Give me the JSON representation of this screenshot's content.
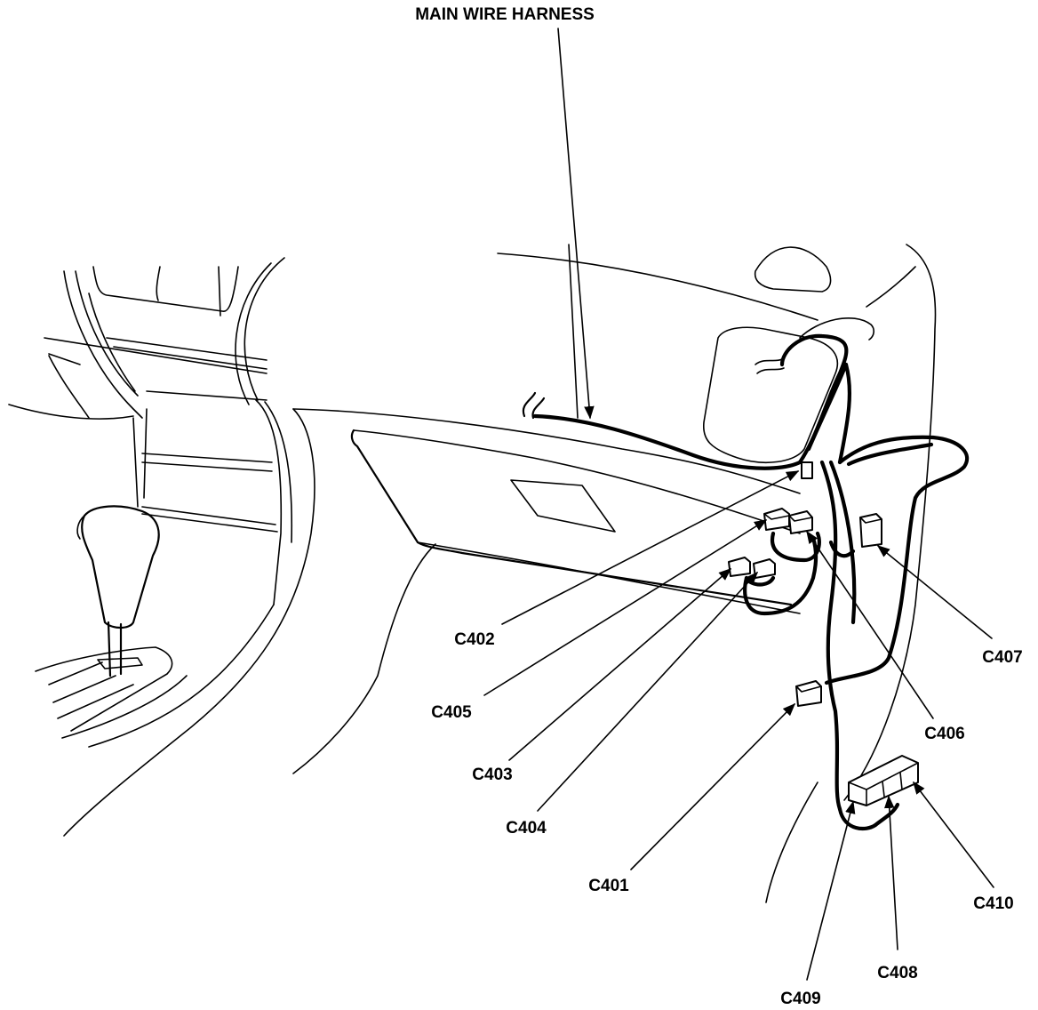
{
  "diagram": {
    "title": "MAIN WIRE HARNESS",
    "connectors": {
      "c401": "C401",
      "c402": "C402",
      "c403": "C403",
      "c404": "C404",
      "c405": "C405",
      "c406": "C406",
      "c407": "C407",
      "c408": "C408",
      "c409": "C409",
      "c410": "C410"
    }
  },
  "colors": {
    "ink": "#000000",
    "paper": "#ffffff"
  }
}
